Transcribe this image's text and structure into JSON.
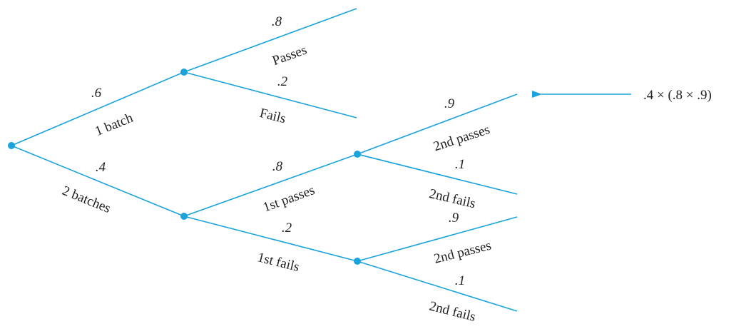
{
  "colors": {
    "line": "#1aa3dc",
    "text": "#222222"
  },
  "labels": {
    "p_one_batch": ".6",
    "one_batch": "1 batch",
    "p_two_batches": ".4",
    "two_batches": "2 batches",
    "p_passes": ".8",
    "passes": "Passes",
    "p_fails": ".2",
    "fails": "Fails",
    "p_first_passes": ".8",
    "first_passes": "1st passes",
    "p_first_fails": ".2",
    "first_fails": "1st fails",
    "p_second_passes_a": ".9",
    "second_passes_a": "2nd passes",
    "p_second_fails_a": ".1",
    "second_fails_a": "2nd fails",
    "p_second_passes_b": ".9",
    "second_passes_b": "2nd passes",
    "p_second_fails_b": ".1",
    "second_fails_b": "2nd fails",
    "annotation": ".4 × (.8 × .9)"
  }
}
